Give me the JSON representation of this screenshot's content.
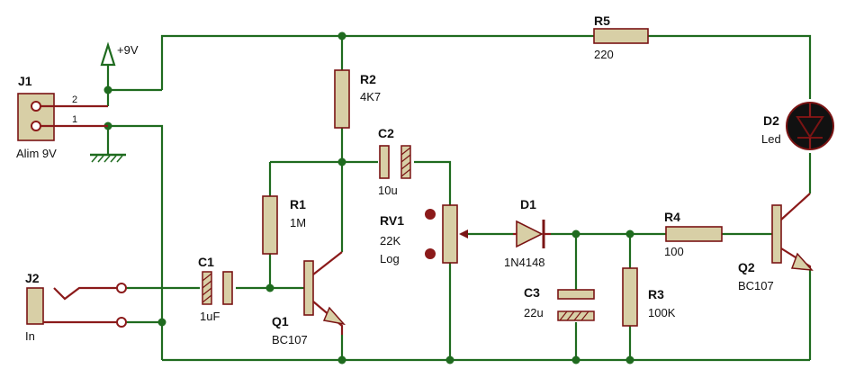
{
  "colors": {
    "wire": "#1f6b1f",
    "component_outline": "#8b1a1a",
    "component_fill": "#d8cfa6",
    "led_fill": "#111111"
  },
  "power": {
    "label": "+9V"
  },
  "components": {
    "J1": {
      "ref": "J1",
      "value": "Alim 9V",
      "pin_top": "2",
      "pin_bottom": "1"
    },
    "J2": {
      "ref": "J2",
      "value": "In"
    },
    "R1": {
      "ref": "R1",
      "value": "1M"
    },
    "R2": {
      "ref": "R2",
      "value": "4K7"
    },
    "R3": {
      "ref": "R3",
      "value": "100K"
    },
    "R4": {
      "ref": "R4",
      "value": "100"
    },
    "R5": {
      "ref": "R5",
      "value": "220"
    },
    "C1": {
      "ref": "C1",
      "value": "1uF"
    },
    "C2": {
      "ref": "C2",
      "value": "10u"
    },
    "C3": {
      "ref": "C3",
      "value": "22u"
    },
    "RV1": {
      "ref": "RV1",
      "value1": "22K",
      "value2": "Log"
    },
    "D1": {
      "ref": "D1",
      "value": "1N4148"
    },
    "D2": {
      "ref": "D2",
      "value": "Led"
    },
    "Q1": {
      "ref": "Q1",
      "value": "BC107"
    },
    "Q2": {
      "ref": "Q2",
      "value": "BC107"
    }
  }
}
